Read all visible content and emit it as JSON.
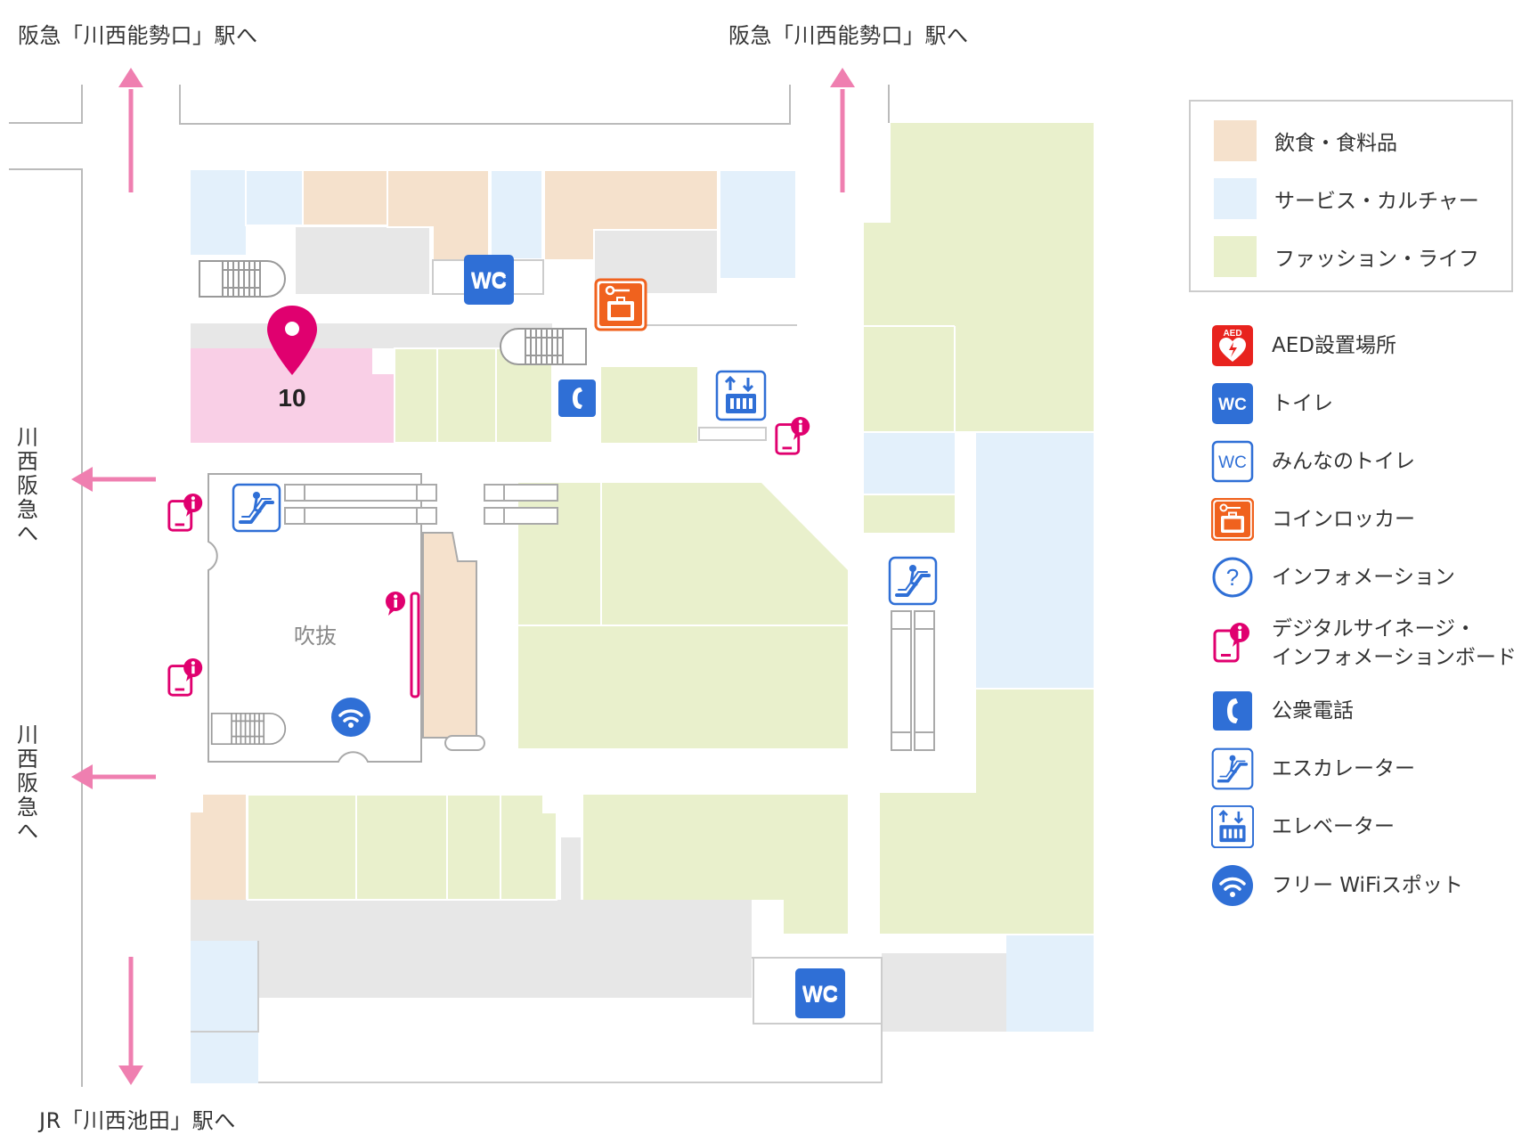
{
  "directions": {
    "top_left": "阪急「川西能勢口」駅へ",
    "top_right": "阪急「川西能勢口」駅へ",
    "left_upper": "川西阪急へ",
    "left_lower": "川西阪急へ",
    "bottom": "JR「川西池田」駅へ"
  },
  "map": {
    "store_number": "10",
    "atrium_label": "吹抜",
    "wc_label": "WC"
  },
  "legend": {
    "categories": [
      {
        "label": "飲食・食料品",
        "color": "#f5e1cc"
      },
      {
        "label": "サービス・カルチャー",
        "color": "#e3f0fb"
      },
      {
        "label": "ファッション・ライフ",
        "color": "#e9f0cc"
      }
    ],
    "facilities": [
      {
        "icon": "aed-icon",
        "label": "AED設置場所"
      },
      {
        "icon": "wc-icon",
        "label": "トイレ"
      },
      {
        "icon": "multipurpose-wc-icon",
        "label": "みんなのトイレ"
      },
      {
        "icon": "coin-locker-icon",
        "label": "コインロッカー"
      },
      {
        "icon": "information-icon",
        "label": "インフォメーション"
      },
      {
        "icon": "digital-signage-icon",
        "label": "デジタルサイネージ・\nインフォメーションボード"
      },
      {
        "icon": "public-phone-icon",
        "label": "公衆電話"
      },
      {
        "icon": "escalator-icon",
        "label": "エスカレーター"
      },
      {
        "icon": "elevator-icon",
        "label": "エレベーター"
      },
      {
        "icon": "wifi-icon",
        "label": "フリー WiFiスポット"
      }
    ]
  },
  "colors": {
    "food": "#f5e1cc",
    "service": "#e3f0fb",
    "fashion": "#e9f0cc",
    "highlight": "#f9cfe6",
    "pin": "#e0006f",
    "arrow": "#ef7fb0",
    "blue": "#2f6fd6",
    "orange": "#f0621e",
    "aed": "#e8231e"
  }
}
